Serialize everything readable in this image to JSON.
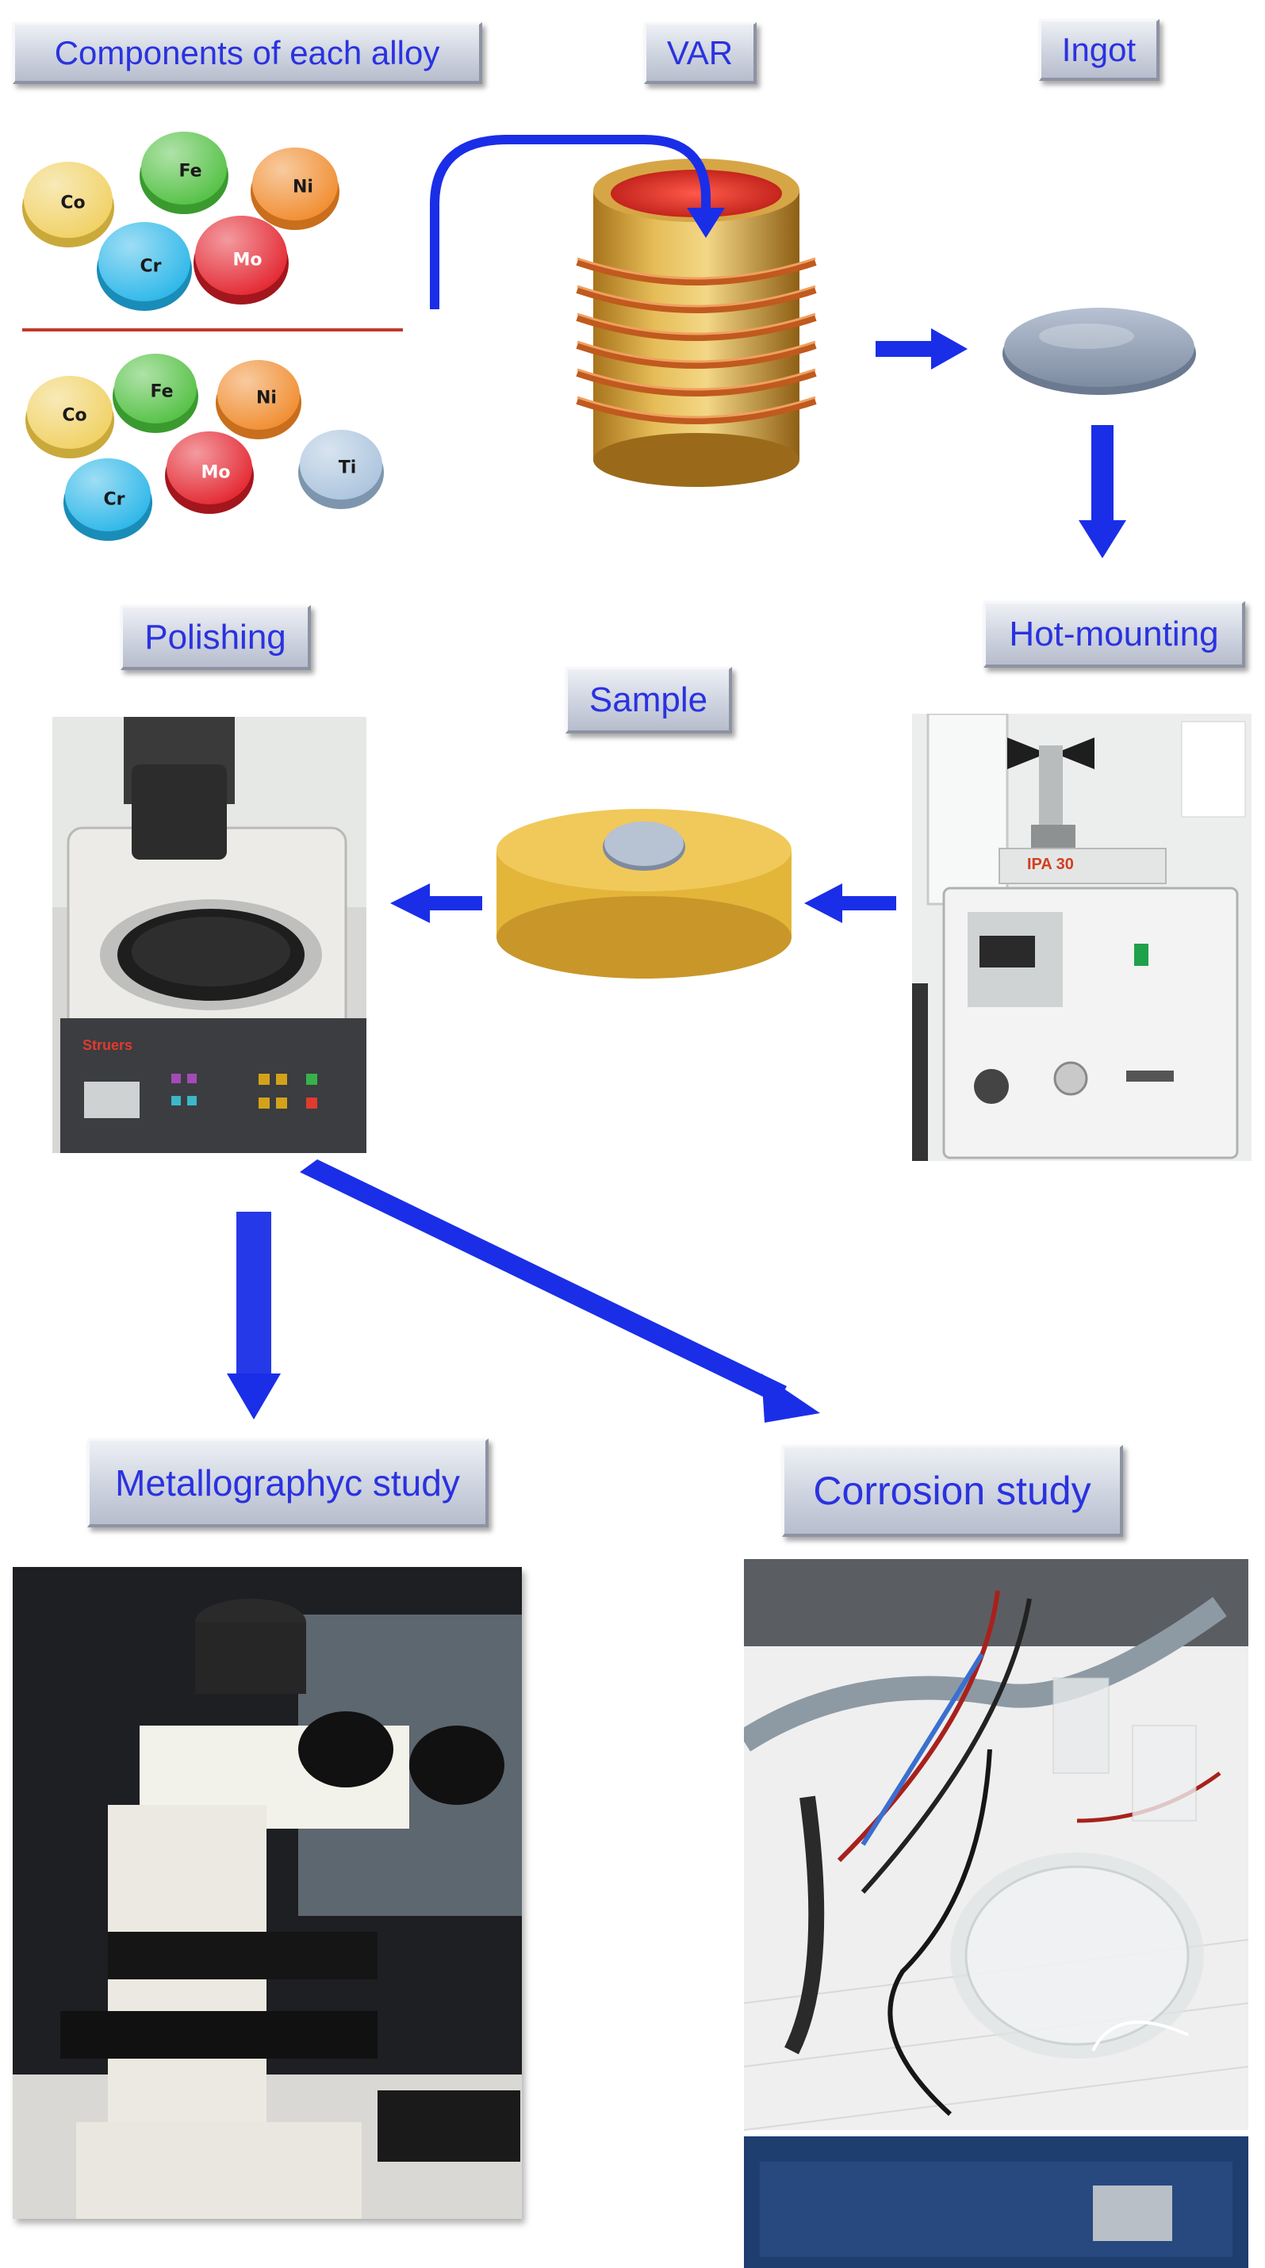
{
  "labels": {
    "components": "Components of each alloy",
    "var": "VAR",
    "ingot": "Ingot",
    "polishing": "Polishing",
    "sample": "Sample",
    "hot_mounting": "Hot-mounting",
    "metallography": "Metallographyc study",
    "corrosion": "Corrosion study"
  },
  "alloy_1": {
    "elements": [
      "Co",
      "Fe",
      "Ni",
      "Cr",
      "Mo"
    ]
  },
  "alloy_2": {
    "elements": [
      "Co",
      "Fe",
      "Ni",
      "Mo",
      "Ti",
      "Cr"
    ]
  },
  "colors": {
    "arrow": "#1a2ee8",
    "label_text": "#2a32e0",
    "divider": "#c0392b",
    "co": "#f0d060",
    "fe": "#4fbf3f",
    "ni": "#f08a2a",
    "cr": "#27b5e8",
    "mo": "#e3212b",
    "ti": "#a9c3dd",
    "sample_resin": "#e3b63a",
    "sample_metal": "#b7c2d2"
  },
  "device_markings": {
    "mounting_press": "IPA 30",
    "polisher_brand": "Struers"
  }
}
